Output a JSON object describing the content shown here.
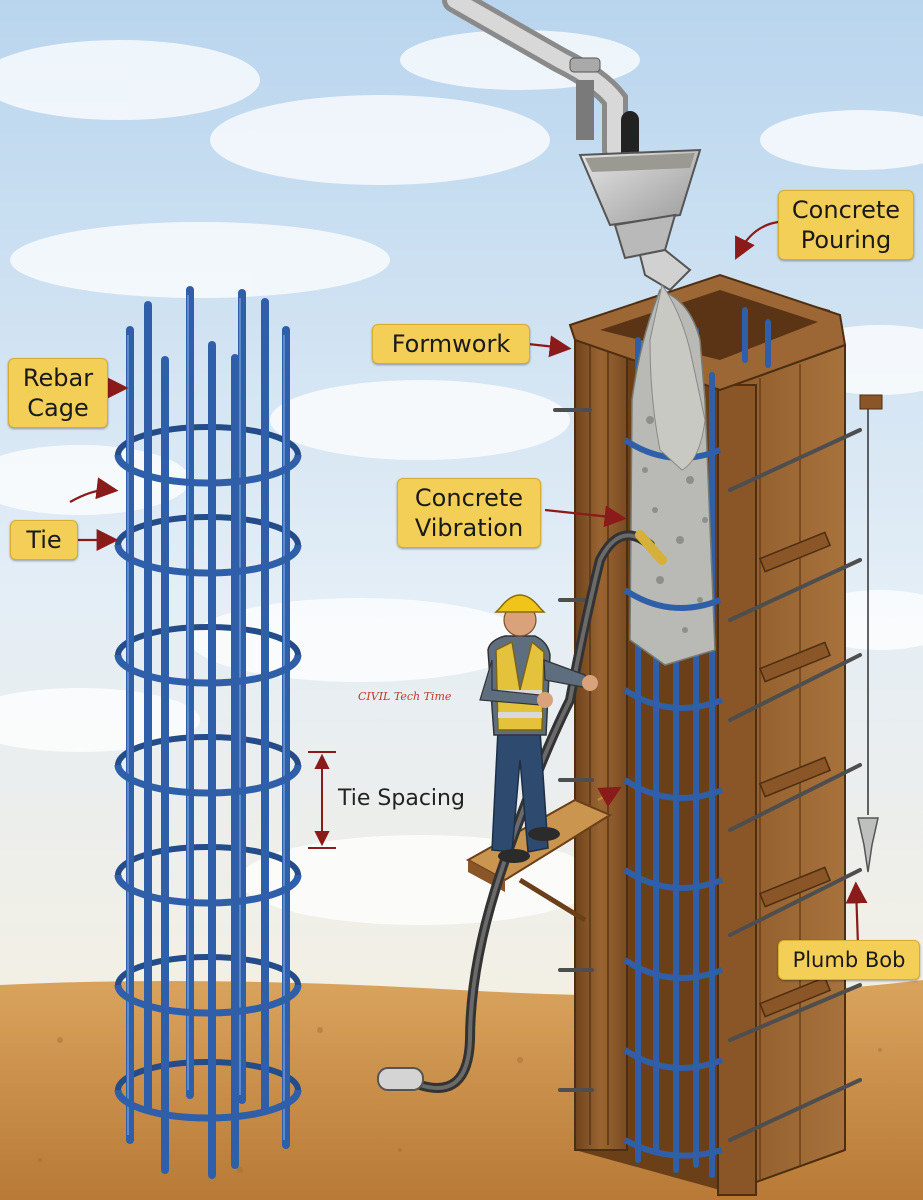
{
  "labels": {
    "rebar_cage": "Rebar\nCage",
    "tie": "Tie",
    "formwork": "Formwork",
    "concrete_pouring": "Concrete\nPouring",
    "concrete_vibration": "Concrete\nVibration",
    "tie_spacing": "Tie Spacing",
    "plumb_bob": "Plumb Bob"
  },
  "watermark": "CIVIL Tech Time",
  "colors": {
    "label_bg": "#f3cf57",
    "rebar": "#2f5fa8",
    "arrow": "#8b1a1a",
    "wood": "#8a5a2b",
    "soil": "#c98d45",
    "sky": "#cfe3f2"
  }
}
